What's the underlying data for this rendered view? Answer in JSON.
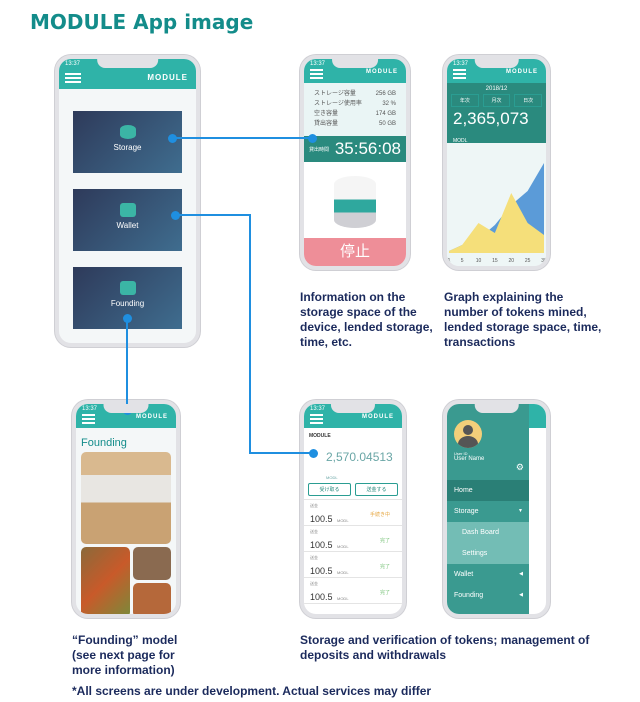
{
  "title": "MODULE App image",
  "status_time": "13:37",
  "logo": "MODULE",
  "home": {
    "cards": [
      "Storage",
      "Wallet",
      "Founding"
    ]
  },
  "storage": {
    "rows": [
      {
        "label": "ストレージ容量",
        "value": "256 GB"
      },
      {
        "label": "ストレージ使用率",
        "value": "32 %"
      },
      {
        "label": "空き容量",
        "value": "174 GB"
      },
      {
        "label": "貸出容量",
        "value": "50 GB"
      }
    ],
    "timer_label": "貸出時間",
    "timer": "35:56:08",
    "stop_button": "停止"
  },
  "graph": {
    "month": "2018/12",
    "tabs": [
      "年次",
      "月次",
      "日次"
    ],
    "amount": "2,365,073",
    "unit": "MODL",
    "chart_data": {
      "type": "area",
      "x": [
        1,
        5,
        10,
        15,
        20,
        25,
        30
      ],
      "x_ticks": [
        "1",
        "5",
        "10",
        "15",
        "20",
        "25",
        "30"
      ],
      "series": [
        {
          "name": "blue",
          "color": "#5b9bd8",
          "values": [
            2,
            8,
            14,
            28,
            48,
            62,
            90
          ]
        },
        {
          "name": "yellow",
          "color": "#f5df7a",
          "values": [
            2,
            8,
            30,
            20,
            60,
            30,
            18
          ]
        }
      ]
    }
  },
  "founding": {
    "heading": "Founding"
  },
  "wallet": {
    "header": "MODULE",
    "balance": "2,570.04513",
    "unit": "MODL",
    "buttons": [
      "受け取る",
      "送金する"
    ],
    "transactions": [
      {
        "label": "送金",
        "amount": "100.5",
        "unit": "MODL",
        "status": "手続き中"
      },
      {
        "label": "送金",
        "amount": "100.5",
        "unit": "MODL",
        "status": "完了"
      },
      {
        "label": "送金",
        "amount": "100.5",
        "unit": "MODL",
        "status": "完了"
      },
      {
        "label": "送金",
        "amount": "100.5",
        "unit": "MODL",
        "status": "完了"
      }
    ]
  },
  "menu": {
    "user_id": "User ID",
    "user_name": "User Name",
    "items": [
      "Home",
      "Storage",
      "Dash Board",
      "Settings",
      "Wallet",
      "Founding"
    ]
  },
  "captions": {
    "storage": "Information on the storage space of the device, lended storage, time, etc.",
    "graph": "Graph explaining the number of tokens mined, lended storage space, time, transactions",
    "founding": "“Founding” model (see next page for more information)",
    "wallet": "Storage and verification of tokens; management of deposits and withdrawals"
  },
  "footnote": "*All screens are under development. Actual services may differ"
}
